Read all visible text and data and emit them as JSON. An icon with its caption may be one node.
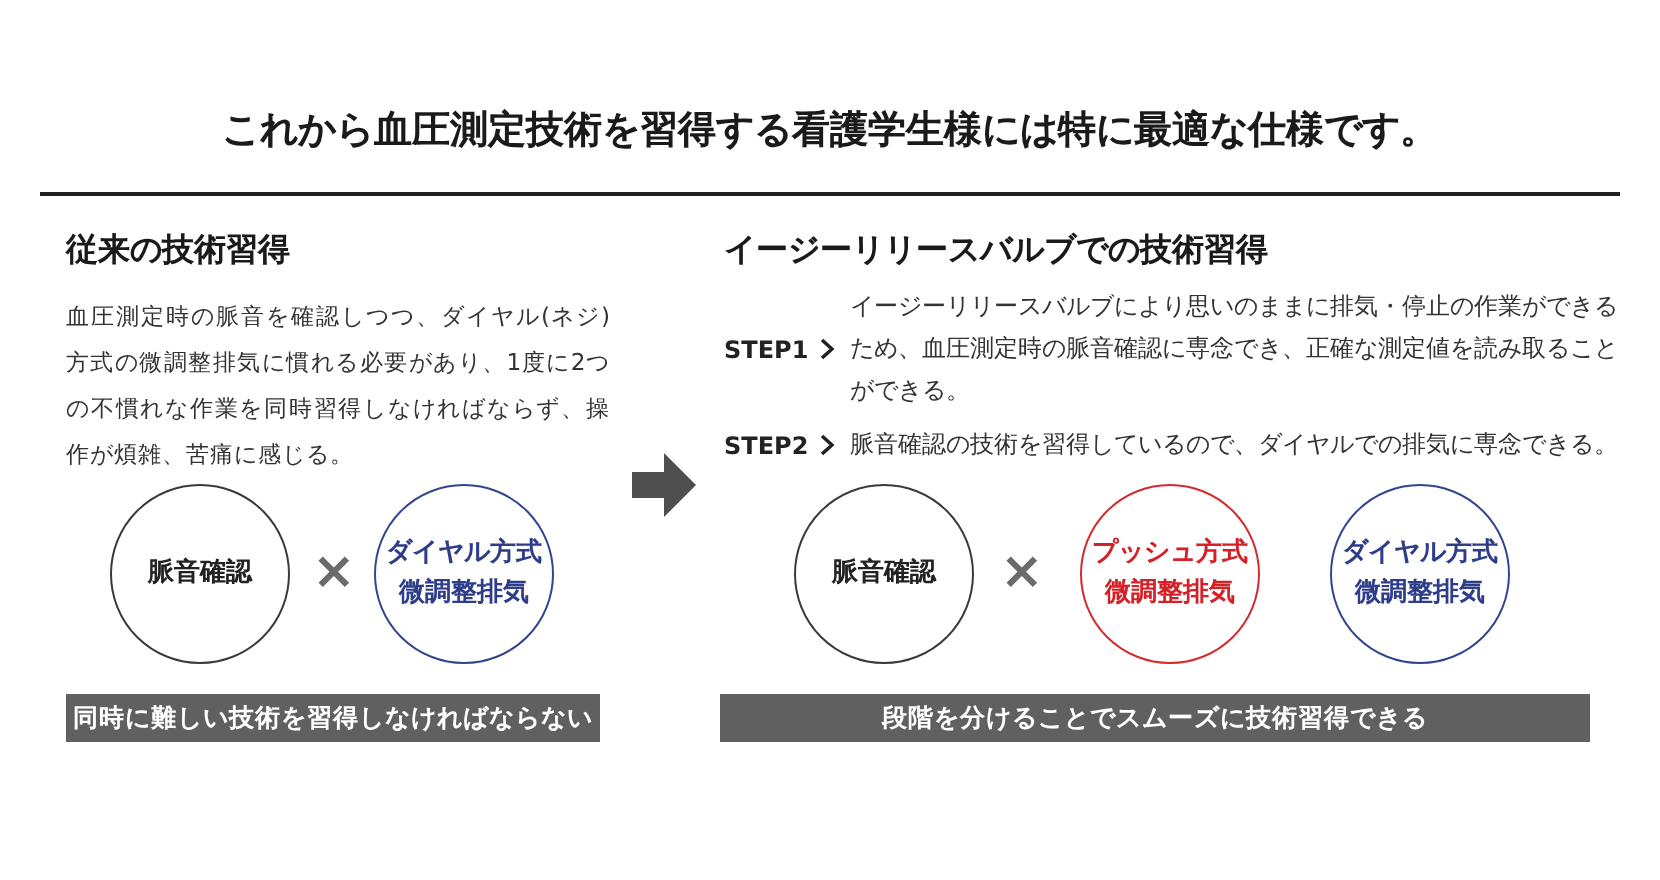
{
  "diagram": {
    "title": "これから血圧測定技術を習得する看護学生様には特に最適な仕様です。",
    "nodes": [
      {
        "text": [
          "従来の技術習得",
          "血圧測定時の脈音を確認しつつ、ダイヤル(ネジ)方式の微調整排気に慣れる必要があり、1度に2つの不慣れな作業を同時習得しなければならず、操作が煩雑、苦痛に感じる。"
        ]
      },
      {
        "text": [
          "脈音確認"
        ],
        "in": 0
      },
      {
        "text": [
          "ダイヤル方式微調整排気"
        ],
        "in": 0
      },
      {
        "text": [
          "同時に難しい技術を習得しなければならない"
        ],
        "in": 0
      },
      {
        "text": [
          "イージーリリースバルブでの技術習得",
          "STEP1",
          "イージーリリースバルブにより思いのままに排気・停止の作業ができるため、血圧測定時の脈音確認に専念でき、正確な測定値を読み取ることができる。",
          "STEP2",
          "脈音確認の技術を習得しているので、ダイヤルでの排気に専念できる。"
        ]
      },
      {
        "text": [
          "脈音確認"
        ],
        "in": 4
      },
      {
        "text": [
          "プッシュ方式微調整排気"
        ],
        "in": 4
      },
      {
        "text": [
          "ダイヤル方式微調整排気"
        ],
        "in": 4
      },
      {
        "text": [
          "段階を分けることでスムーズに技術習得できる"
        ],
        "in": 4
      }
    ],
    "edges": [
      {
        "from": 0,
        "to": 4,
        "arrow": "to"
      }
    ],
    "labels": [
      "×",
      "×"
    ]
  }
}
